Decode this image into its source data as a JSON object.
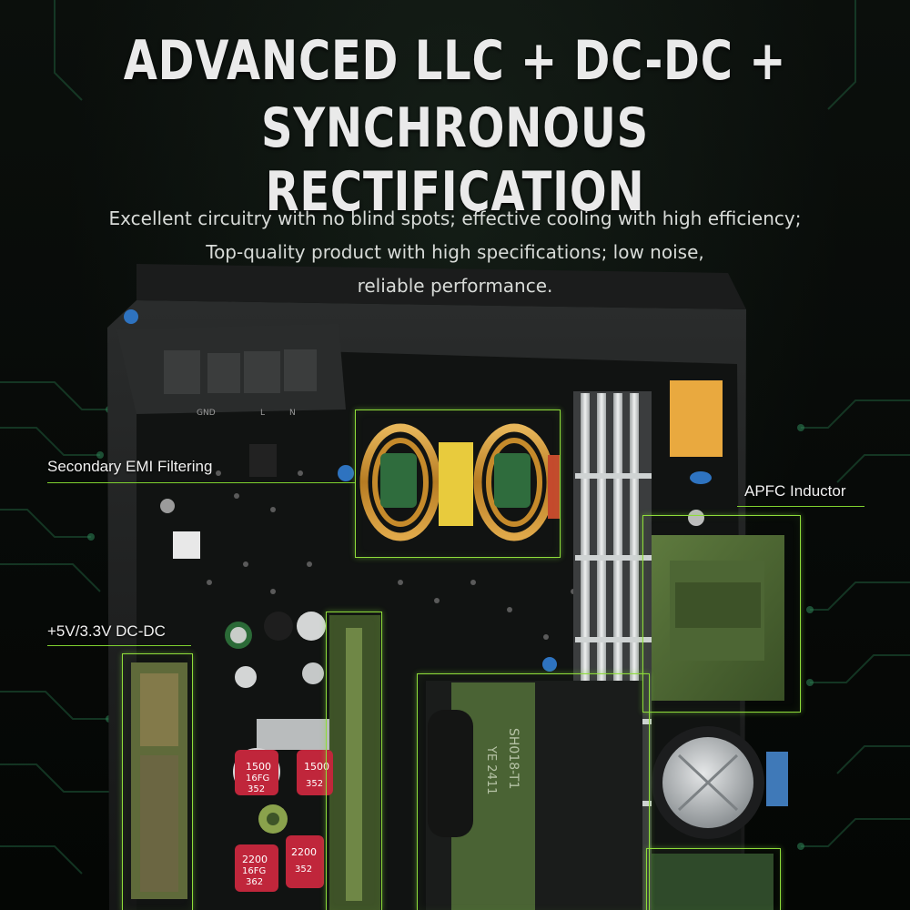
{
  "headline": {
    "line1": "ADVANCED LLC + DC-DC +",
    "line2": "SYNCHRONOUS RECTIFICATION"
  },
  "description": {
    "line1": "Excellent circuitry with no blind spots; effective cooling with high efficiency;",
    "line2": "Top-quality product with high specifications; low noise,",
    "line3": "reliable performance."
  },
  "callouts": {
    "secondary_emi": "Secondary EMI Filtering",
    "apfc_inductor": "APFC Inductor",
    "dc_dc": "+5V/3.3V DC-DC"
  },
  "board_markings": {
    "gnd": "GND",
    "line": "L",
    "neutral": "N",
    "cap1_value": "1500",
    "cap1_series": "16FG",
    "cap1_code": "352",
    "cap2_value": "1500",
    "cap2_code": "352",
    "cap3_value": "2200",
    "cap3_series": "16FG",
    "cap3_code": "362",
    "cap4_value": "2200",
    "cap4_code": "352",
    "transformer_model": "SH018-T1",
    "transformer_code": "YE 2411"
  },
  "colors": {
    "accent_green": "#8fdc3a",
    "background": "#050705",
    "headline": "#eaeaea"
  }
}
